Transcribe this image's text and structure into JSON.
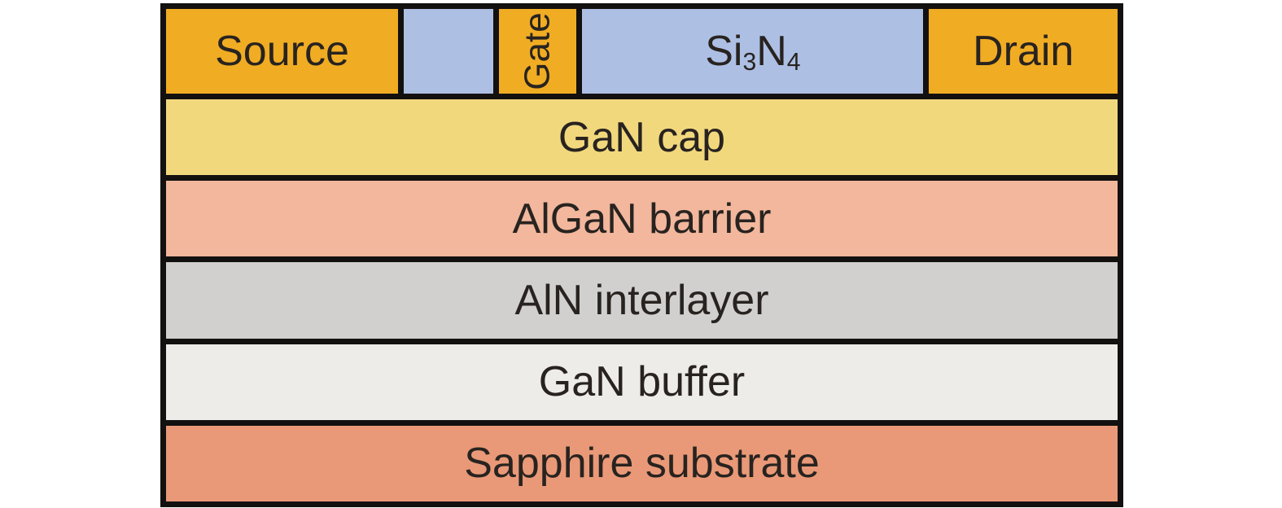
{
  "diagram": {
    "description": "Cross-section schematic of a GaN HEMT device structure",
    "top_row": {
      "source_label": "Source",
      "gate_label": "Gate",
      "drain_label": "Drain",
      "si3n4": {
        "si": "Si",
        "sub3": "3",
        "n": "N",
        "sub4": "4"
      }
    },
    "layers": [
      {
        "label": "GaN cap",
        "color": "#F2D87D"
      },
      {
        "label": "AlGaN barrier",
        "color": "#F2B79C"
      },
      {
        "label": "AlN interlayer",
        "color": "#D1D0CE"
      },
      {
        "label": "GaN buffer",
        "color": "#EDECE9"
      },
      {
        "label": "Sapphire substrate",
        "color": "#E99977"
      }
    ],
    "colors": {
      "contact_orange": "#F0AC23",
      "nitride_blue": "#ADC0E4",
      "outline_black": "#131010",
      "text": "#282320",
      "background": "#FFFFFF"
    }
  }
}
